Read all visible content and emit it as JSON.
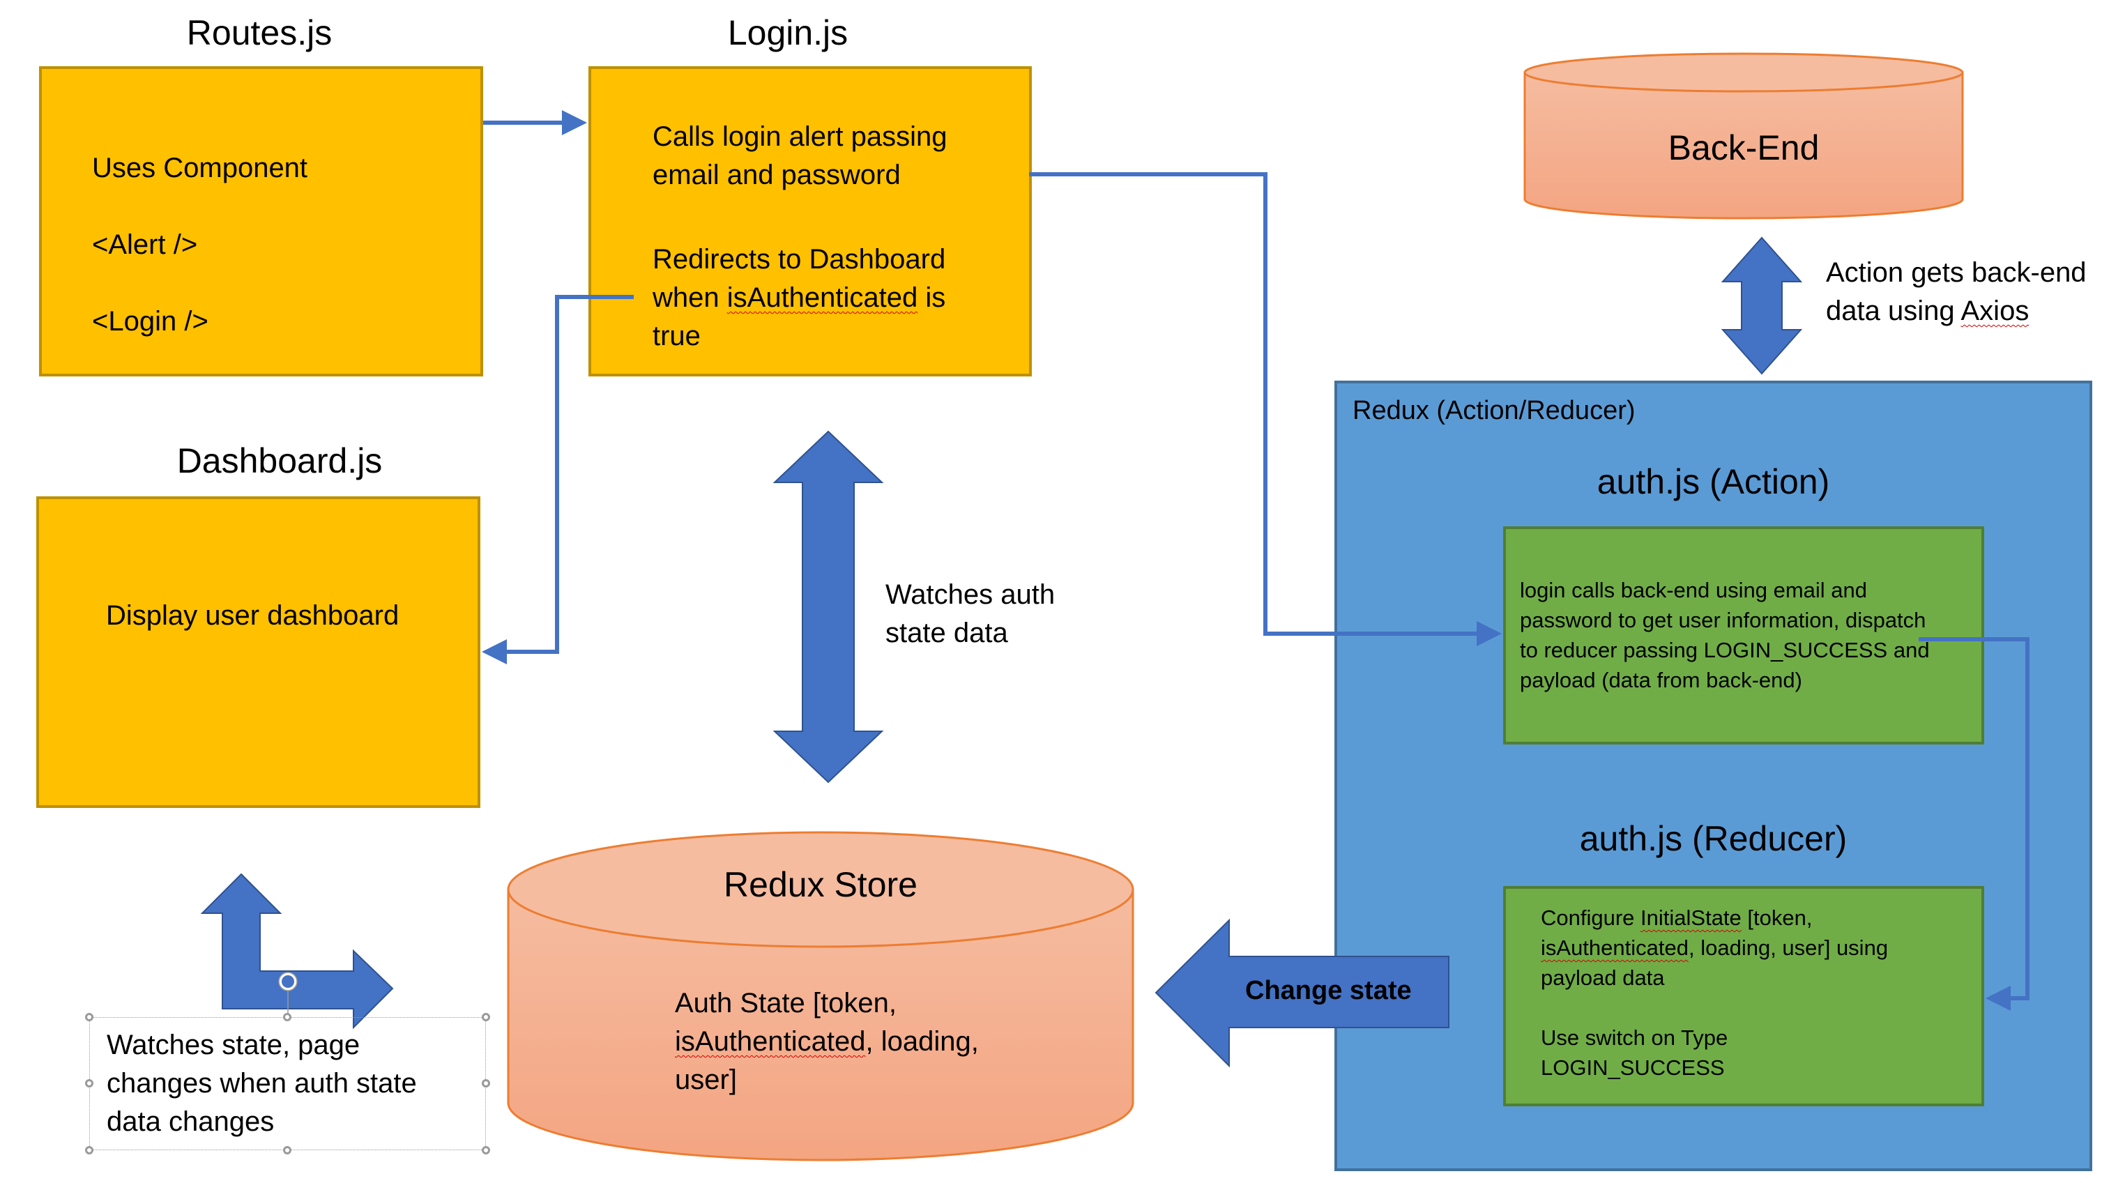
{
  "diagram": {
    "routes": {
      "title": "Routes.js",
      "lines": [
        "Uses Component",
        "<Alert />",
        "<Login />"
      ]
    },
    "login": {
      "title": "Login.js",
      "para1": "Calls login alert passing\nemail and password",
      "para2_a": "Redirects to Dashboard\nwhen ",
      "para2_underlined": "isAuthenticated",
      "para2_b": " is\ntrue"
    },
    "dashboard": {
      "title": "Dashboard.js",
      "text": "Display user dashboard"
    },
    "backend": {
      "label": "Back-End",
      "arrow_label_a": "Action gets back-end\ndata using ",
      "arrow_label_underlined": "Axios"
    },
    "middle_arrow": {
      "label": "Watches auth\nstate data"
    },
    "redux_container": {
      "label": "Redux (Action/Reducer)",
      "action": {
        "title": "auth.js (Action)",
        "text": "login calls back-end using email and\npassword to get user information, dispatch\nto reducer passing LOGIN_SUCCESS and\npayload (data from back-end)"
      },
      "reducer": {
        "title": "auth.js (Reducer)",
        "text_a": "Configure ",
        "text_u1": "InitialState",
        "text_b": " [token,\n",
        "text_u2": "isAuthenticated",
        "text_c": ", loading, user] using\npayload data\n\nUse switch on Type\n  LOGIN_SUCCESS"
      }
    },
    "store": {
      "label": "Redux Store",
      "text_a": "Auth State [token,\n",
      "text_u": "isAuthenticated",
      "text_b": ", loading,\nuser]"
    },
    "change_state": {
      "label": "Change state"
    },
    "watch_note": {
      "text": "Watches state, page\nchanges when auth state\ndata changes"
    },
    "colors": {
      "component_fill": "#FFC000",
      "component_border": "#BF9000",
      "redux_fill": "#5B9BD5",
      "green_fill": "#70AD47",
      "cylinder_fill": "#F4B183",
      "cylinder_border": "#ED7D31",
      "arrow_fill": "#4472C4"
    }
  }
}
